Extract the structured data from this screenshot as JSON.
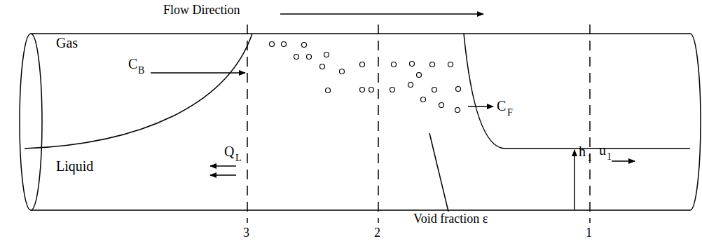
{
  "diagram": {
    "labels": [
      "Flow Direction",
      "Gas",
      "C",
      "B",
      "Q",
      "L",
      "Liquid",
      "C",
      "F",
      "Void fraction ε",
      "h",
      "1",
      "u",
      "1",
      "3",
      "2",
      "1"
    ]
  }
}
